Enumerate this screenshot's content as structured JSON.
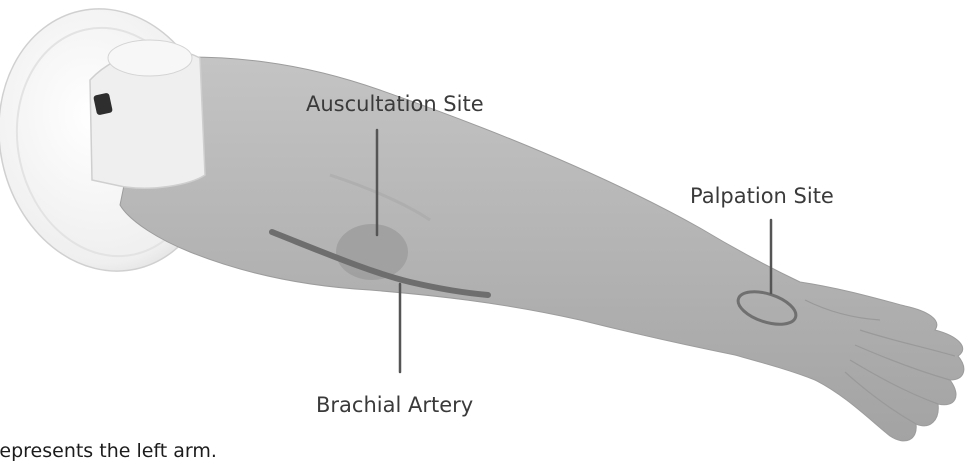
{
  "labels": {
    "auscultation_site": "Auscultation Site",
    "palpation_site": "Palpation Site",
    "brachial_artery": "Brachial Artery"
  },
  "caption": "represents the left arm.",
  "colors": {
    "skin": "#b3b3b3",
    "mount": "#f2f2f2",
    "artery": "#6e6e6e",
    "auscultation_patch": "#9d9d9d",
    "leader_lines": "#555555"
  }
}
